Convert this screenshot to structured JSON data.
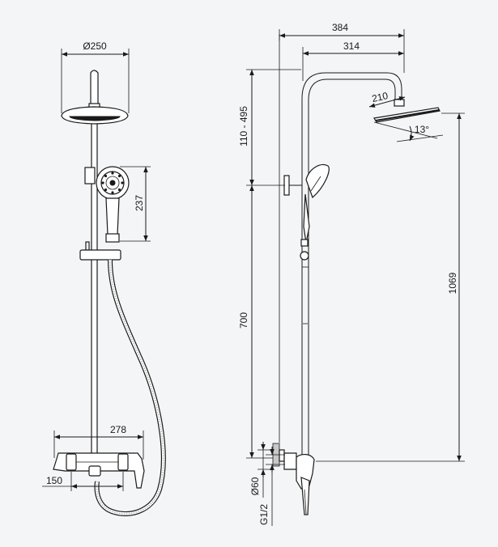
{
  "colors": {
    "background": "#f3f5f6",
    "line": "#1a1a1a"
  },
  "front_view": {
    "head_diameter": "Ø250",
    "handshower_height": "237",
    "mixer_width": "278",
    "inlet_spacing": "150"
  },
  "side_view": {
    "arm_overall": "384",
    "arm_reach": "314",
    "head_size": "210",
    "head_tilt": "13°",
    "adjust_range": "110 - 495",
    "rail_height": "700",
    "total_height": "1069",
    "escutcheon": "Ø60",
    "thread": "G1/2"
  }
}
